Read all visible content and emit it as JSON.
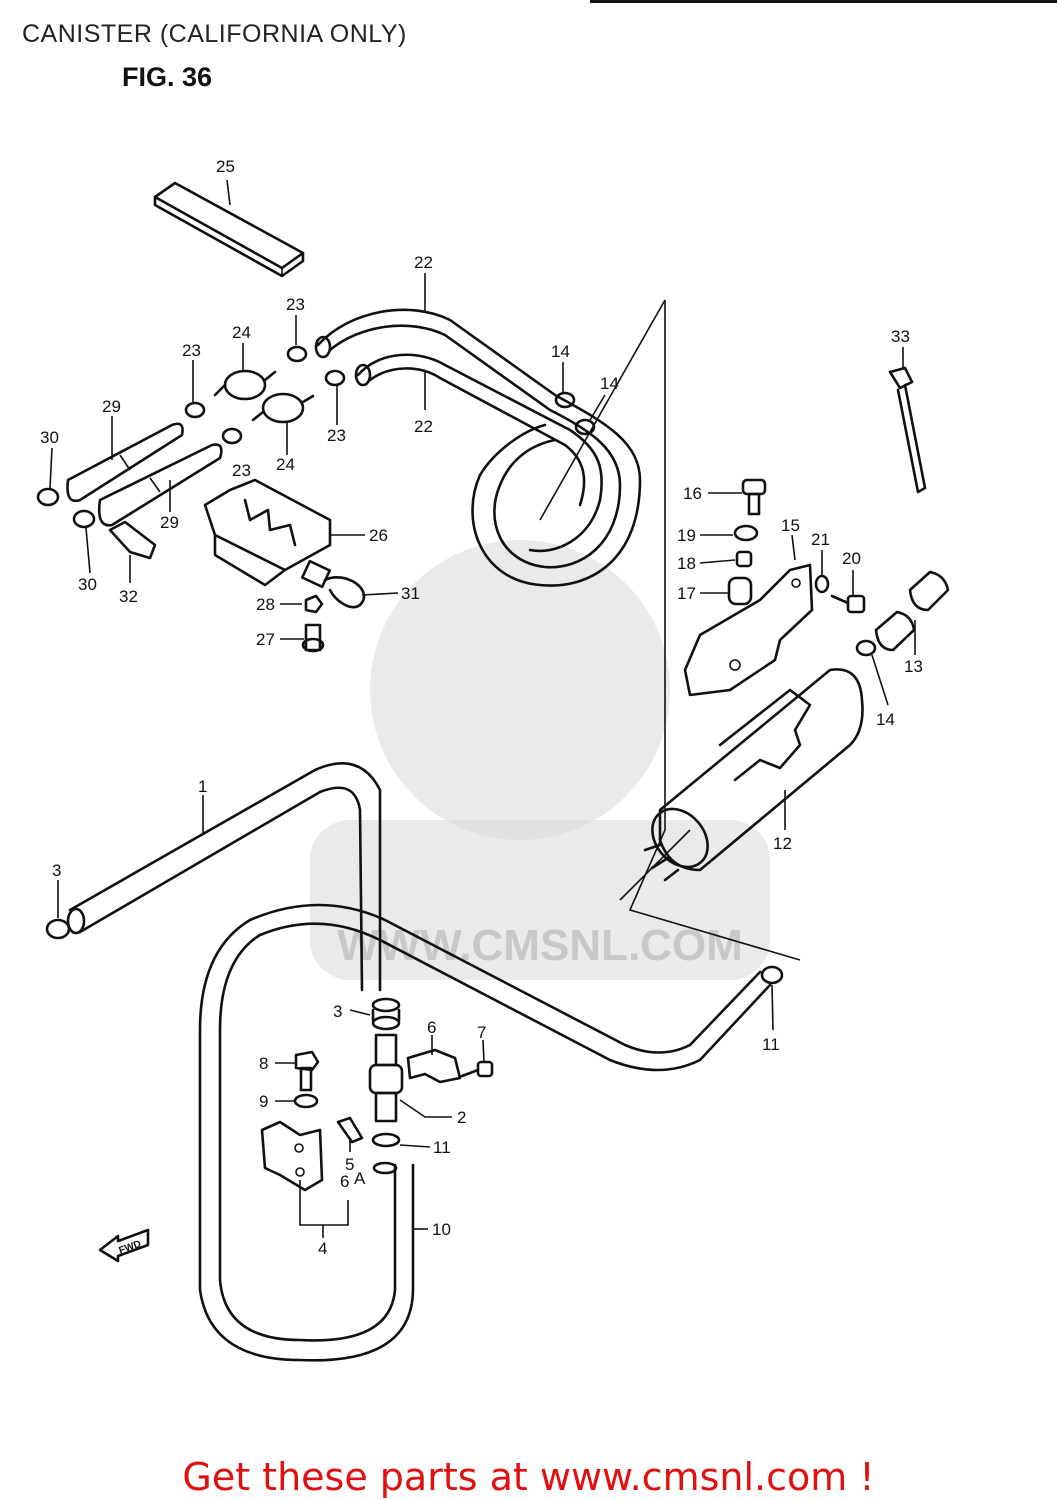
{
  "header": {
    "title": "CANISTER (CALIFORNIA ONLY)",
    "figure": "FIG. 36"
  },
  "diagram": {
    "watermark": "WWW.CMSNL.COM",
    "fwd_label": "FWD",
    "callouts": [
      {
        "id": "c25",
        "text": "25"
      },
      {
        "id": "c22a",
        "text": "22"
      },
      {
        "id": "c22b",
        "text": "22"
      },
      {
        "id": "c23a",
        "text": "23"
      },
      {
        "id": "c23b",
        "text": "23"
      },
      {
        "id": "c23c",
        "text": "23"
      },
      {
        "id": "c23d",
        "text": "23"
      },
      {
        "id": "c24a",
        "text": "24"
      },
      {
        "id": "c24b",
        "text": "24"
      },
      {
        "id": "c29a",
        "text": "29"
      },
      {
        "id": "c29b",
        "text": "29"
      },
      {
        "id": "c30a",
        "text": "30"
      },
      {
        "id": "c30b",
        "text": "30"
      },
      {
        "id": "c26",
        "text": "26"
      },
      {
        "id": "c31",
        "text": "31"
      },
      {
        "id": "c32",
        "text": "32"
      },
      {
        "id": "c28",
        "text": "28"
      },
      {
        "id": "c27",
        "text": "27"
      },
      {
        "id": "c14a",
        "text": "14"
      },
      {
        "id": "c14b",
        "text": "14"
      },
      {
        "id": "c14c",
        "text": "14"
      },
      {
        "id": "c33",
        "text": "33"
      },
      {
        "id": "c16",
        "text": "16"
      },
      {
        "id": "c19",
        "text": "19"
      },
      {
        "id": "c18",
        "text": "18"
      },
      {
        "id": "c17",
        "text": "17"
      },
      {
        "id": "c15",
        "text": "15"
      },
      {
        "id": "c21",
        "text": "21"
      },
      {
        "id": "c20",
        "text": "20"
      },
      {
        "id": "c13",
        "text": "13"
      },
      {
        "id": "c12",
        "text": "12"
      },
      {
        "id": "c1",
        "text": "1"
      },
      {
        "id": "c3a",
        "text": "3"
      },
      {
        "id": "c3b",
        "text": "3"
      },
      {
        "id": "c11a",
        "text": "11"
      },
      {
        "id": "c11b",
        "text": "11"
      },
      {
        "id": "c6",
        "text": "6"
      },
      {
        "id": "c7",
        "text": "7"
      },
      {
        "id": "c8",
        "text": "8"
      },
      {
        "id": "c9",
        "text": "9"
      },
      {
        "id": "c2",
        "text": "2"
      },
      {
        "id": "c5",
        "text": "5"
      },
      {
        "id": "c6a",
        "text": "6"
      },
      {
        "id": "c6a2",
        "text": "A"
      },
      {
        "id": "c4",
        "text": "4"
      },
      {
        "id": "c10",
        "text": "10"
      }
    ]
  },
  "footer": {
    "text": "Get these parts at www.cmsnl.com !",
    "color": "#e01010"
  }
}
